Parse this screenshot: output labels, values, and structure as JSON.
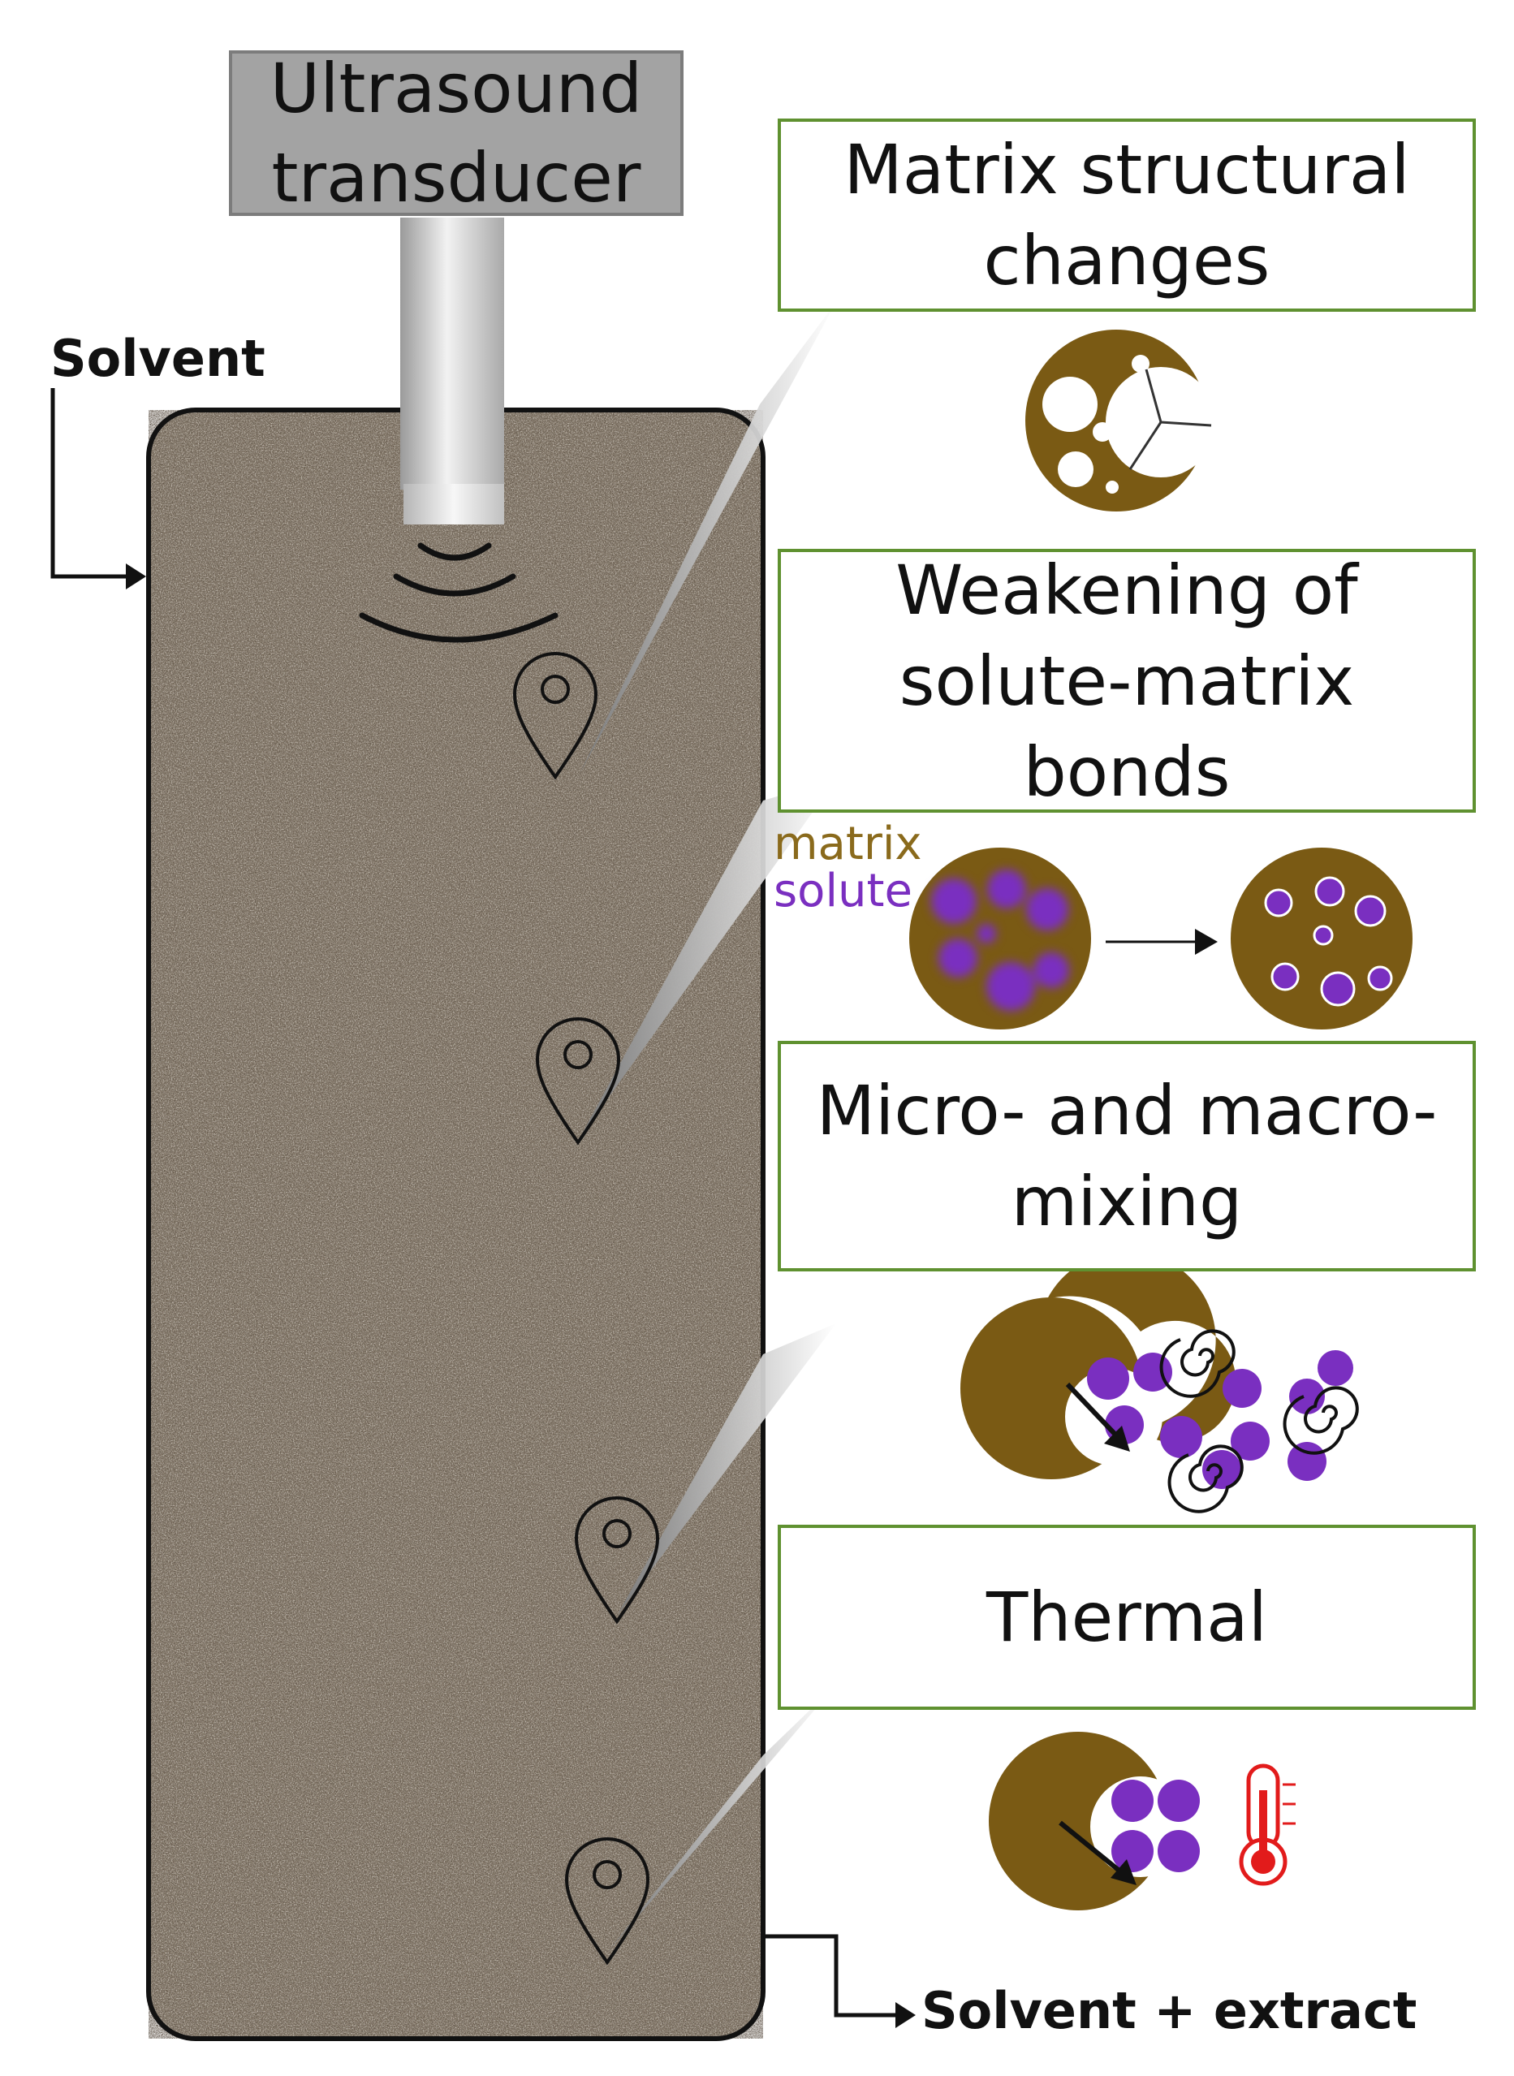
{
  "transducer": {
    "line1": "Ultrasound",
    "line2": "transducer"
  },
  "inlet_label": "Solvent",
  "outlet_label": "Solvent + extract",
  "mechanisms": [
    {
      "line1": "Matrix structural",
      "line2": "changes",
      "line3": ""
    },
    {
      "line1": "Weakening of",
      "line2": "solute-matrix",
      "line3": "bonds"
    },
    {
      "line1": "Micro- and macro-",
      "line2": "mixing",
      "line3": ""
    },
    {
      "line1": "Thermal",
      "line2": "",
      "line3": ""
    }
  ],
  "legend": {
    "matrix": "matrix",
    "solute": "solute"
  },
  "colors": {
    "matrix": "#7a5a14",
    "solute": "#7a2fc0",
    "box_border": "#5f9130",
    "thermometer": "#e21b1b",
    "transducer": "#a3a3a3"
  },
  "icons": [
    "ultrasound-wave-icon",
    "location-pin-icon",
    "arrow-icon",
    "spiral-icon",
    "thermometer-icon"
  ]
}
